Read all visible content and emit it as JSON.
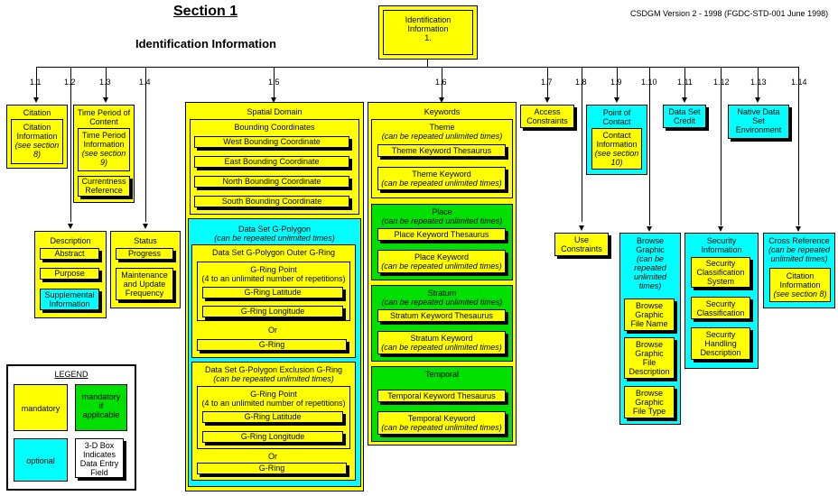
{
  "header": {
    "section": "Section 1",
    "subtitle": "Identification Information",
    "version": "CSDGM Version 2 - 1998 (FGDC-STD-001 June 1998)"
  },
  "top": {
    "line1": "Identification",
    "line2": "Information",
    "line3": "1."
  },
  "numbers": [
    "1.1",
    "1.2",
    "1.3",
    "1.4",
    "1.5",
    "1.6",
    "1.7",
    "1.8",
    "1.9",
    "1.10",
    "1.11",
    "1.12",
    "1.13",
    "1.14"
  ],
  "citation": {
    "title": "Citation",
    "inner1": "Citation",
    "inner2": "Information",
    "inner3": "(see section",
    "inner4": "8)"
  },
  "description": {
    "title": "Description",
    "abstract": "Abstract",
    "purpose": "Purpose",
    "supp1": "Supplemental",
    "supp2": "Information"
  },
  "time_period": {
    "t1": "Time Period of",
    "t2": "Content",
    "i1": "Time Period",
    "i2": "Information",
    "i3": "(see section",
    "i4": "9)",
    "cr1": "Currentness",
    "cr2": "Reference"
  },
  "status": {
    "title": "Status",
    "progress": "Progress",
    "m1": "Maintenance",
    "m2": "and Update",
    "m3": "Frequency"
  },
  "spatial": {
    "title": "Spatial Domain",
    "bounding": "Bounding Coordinates",
    "west": "West Bounding Coordinate",
    "east": "East Bounding Coordinate",
    "north": "North Bounding Coordinate",
    "south": "South Bounding Coordinate",
    "gpoly": "Data Set G-Polygon",
    "gpoly_note": "(can be repeated unlimited times)",
    "outer": "Data Set G-Polygon Outer G-Ring",
    "gring_point": "G-Ring Point",
    "gring_point_note": "(4 to an unlimited number of repetitions)",
    "lat": "G-Ring Latitude",
    "lon": "G-Ring Longitude",
    "or": "Or",
    "gring": "G-Ring",
    "excl": "Data Set G-Polygon Exclusion G-Ring",
    "excl_note": "(can be repeated unlimited times)"
  },
  "keywords": {
    "title": "Keywords",
    "theme": "Theme",
    "note": "(can be repeated unlimited times)",
    "theme_thes": "Theme Keyword Thesaurus",
    "theme_kw": "Theme Keyword",
    "place": "Place",
    "place_thes": "Place Keyword Thesaurus",
    "place_kw": "Place Keyword",
    "stratum": "Stratum",
    "stratum_thes": "Stratum Keyword Thesaurus",
    "stratum_kw": "Stratum Keyword",
    "temporal": "Temporal",
    "temporal_thes": "Temporal Keyword Thesaurus",
    "temporal_kw": "Temporal Keyword"
  },
  "access": {
    "l1": "Access",
    "l2": "Constraints"
  },
  "use": {
    "l1": "Use",
    "l2": "Constraints"
  },
  "poc": {
    "l1": "Point of",
    "l2": "Contact",
    "i1": "Contact",
    "i2": "Information",
    "i3": "(see section",
    "i4": "10)"
  },
  "browse": {
    "t1": "Browse",
    "t2": "Graphic",
    "n1": "(can be",
    "n2": "repeated",
    "n3": "unlimited",
    "n4": "times)",
    "fn1": "Browse",
    "fn2": "Graphic",
    "fn3": "File Name",
    "fd1": "Browse",
    "fd2": "Graphic",
    "fd3": "File",
    "fd4": "Description",
    "ft1": "Browse",
    "ft2": "Graphic",
    "ft3": "File Type"
  },
  "credit": {
    "l1": "Data Set",
    "l2": "Credit"
  },
  "security": {
    "t1": "Security",
    "t2": "Information",
    "s1": "Security",
    "s2": "Classification",
    "s3": "System",
    "c1": "Security",
    "c2": "Classification",
    "h1": "Security",
    "h2": "Handling",
    "h3": "Description"
  },
  "native": {
    "l1": "Native Data",
    "l2": "Set",
    "l3": "Environment"
  },
  "crossref": {
    "t1": "Cross Reference",
    "n1": "(can be repeated",
    "n2": "unlimited times)",
    "i1": "Citation",
    "i2": "Information",
    "i3": "(see section 8)"
  },
  "legend": {
    "title": "LEGEND",
    "mandatory": "mandatory",
    "mia1": "mandatory",
    "mia2": "if",
    "mia3": "applicable",
    "optional": "optional",
    "b1": "3-D Box",
    "b2": "Indicates",
    "b3": "Data Entry",
    "b4": "Field"
  },
  "colors": {
    "mandatory": "#ffff00",
    "mandatory_if_applicable": "#00e000",
    "optional": "#00ffff"
  }
}
